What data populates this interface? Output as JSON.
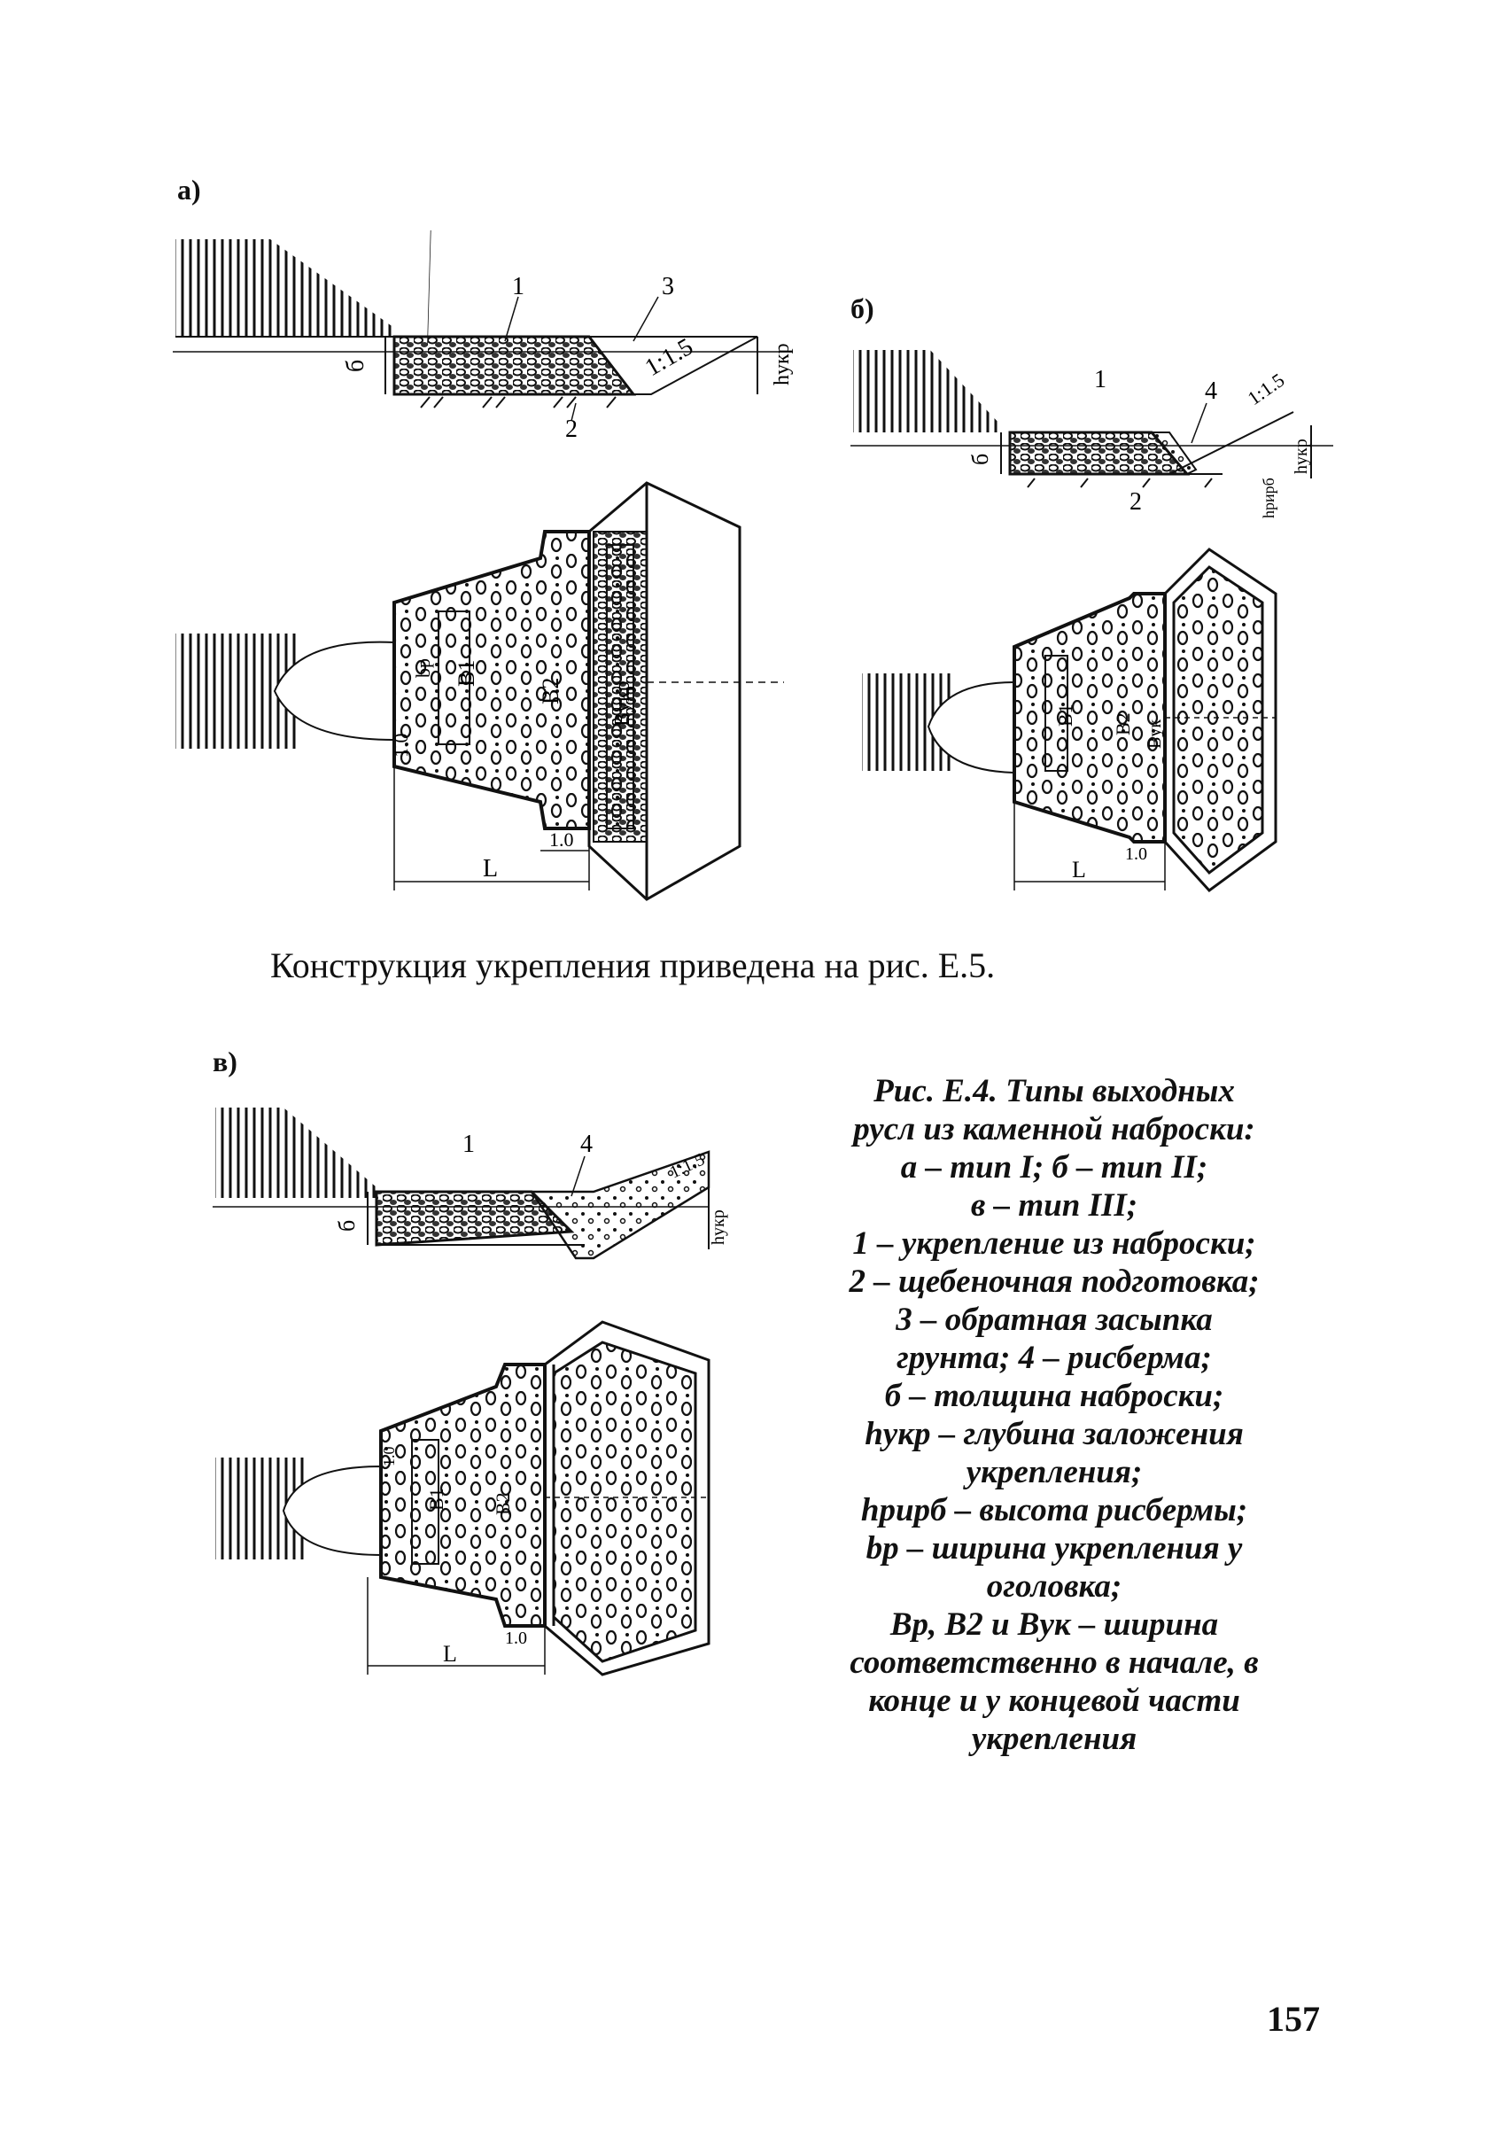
{
  "panels": {
    "a": {
      "label": "а)",
      "num_1": "1",
      "num_2": "2",
      "num_3": "3",
      "slope": "1:1.5",
      "thickness": "б",
      "h_ukr": "hукр",
      "b1": "B1",
      "b2": "B2",
      "b_uk": "Bукр",
      "bp": "bp",
      "one": "1.0",
      "one_bottom": "1.0",
      "L": "L"
    },
    "b": {
      "label": "б)",
      "num_1": "1",
      "num_2": "2",
      "num_4": "4",
      "slope": "1:1.5",
      "thickness": "б",
      "h_ukr": "hукр",
      "h_risb": "hрирб",
      "b1": "B1",
      "b2": "B2",
      "b_uk": "Bук",
      "one_bottom": "1.0",
      "L": "L"
    },
    "v": {
      "label": "в)",
      "num_1": "1",
      "num_4": "4",
      "slope": "1:1.5",
      "thickness": "б",
      "h_ukr": "hукр",
      "b1": "B1",
      "b2": "B2",
      "one": "1.0",
      "one_bottom": "1.0",
      "L": "L"
    }
  },
  "text_line": "Конструкция укрепления приведена на рис. Е.5.",
  "figure_caption": [
    "Рис. Е.4. Типы выходных",
    "русл из каменной наброски:",
    "а – тип I; б – тип II;",
    "в – тип III;",
    "1 – укрепление из наброски;",
    "2 – щебеночная подготовка;",
    "3 – обратная засыпка",
    "грунта; 4 – рисберма;",
    "б – толщина наброски;",
    "hукр – глубина заложения",
    "укрепления;",
    "hрирб – высота рисбермы;",
    "bр – ширина укрепления у",
    "оголовка;",
    "Bр, B2 и Bук – ширина",
    "соответственно в начале, в",
    "конце и у концевой части",
    "укрепления"
  ],
  "page_number": "157"
}
